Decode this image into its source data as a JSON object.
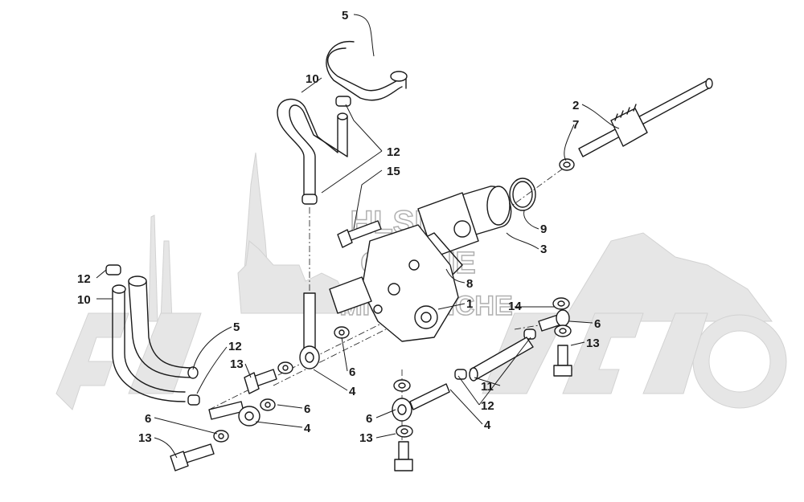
{
  "watermark": {
    "line1": "HLSM",
    "line2": "ONLINE",
    "line3": "MICROFICHE"
  },
  "callouts": [
    {
      "id": "c-5-top",
      "text": "5"
    },
    {
      "id": "c-10-top",
      "text": "10"
    },
    {
      "id": "c-12-top",
      "text": "12"
    },
    {
      "id": "c-15",
      "text": "15"
    },
    {
      "id": "c-2",
      "text": "2"
    },
    {
      "id": "c-7",
      "text": "7"
    },
    {
      "id": "c-9",
      "text": "9"
    },
    {
      "id": "c-3",
      "text": "3"
    },
    {
      "id": "c-8",
      "text": "8"
    },
    {
      "id": "c-1",
      "text": "1"
    },
    {
      "id": "c-14",
      "text": "14"
    },
    {
      "id": "c-6-right",
      "text": "6"
    },
    {
      "id": "c-13-right",
      "text": "13"
    },
    {
      "id": "c-12-left",
      "text": "12"
    },
    {
      "id": "c-10-left",
      "text": "10"
    },
    {
      "id": "c-5-mid",
      "text": "5"
    },
    {
      "id": "c-12-mid",
      "text": "12"
    },
    {
      "id": "c-13-mid",
      "text": "13"
    },
    {
      "id": "c-6-mid",
      "text": "6"
    },
    {
      "id": "c-4-mid",
      "text": "4"
    },
    {
      "id": "c-6-low",
      "text": "6"
    },
    {
      "id": "c-4-low",
      "text": "4"
    },
    {
      "id": "c-6-left",
      "text": "6"
    },
    {
      "id": "c-13-left",
      "text": "13"
    },
    {
      "id": "c-11",
      "text": "11"
    },
    {
      "id": "c-12-right",
      "text": "12"
    },
    {
      "id": "c-4-right",
      "text": "4"
    },
    {
      "id": "c-6-bottom",
      "text": "6"
    },
    {
      "id": "c-13-bottom",
      "text": "13"
    }
  ]
}
